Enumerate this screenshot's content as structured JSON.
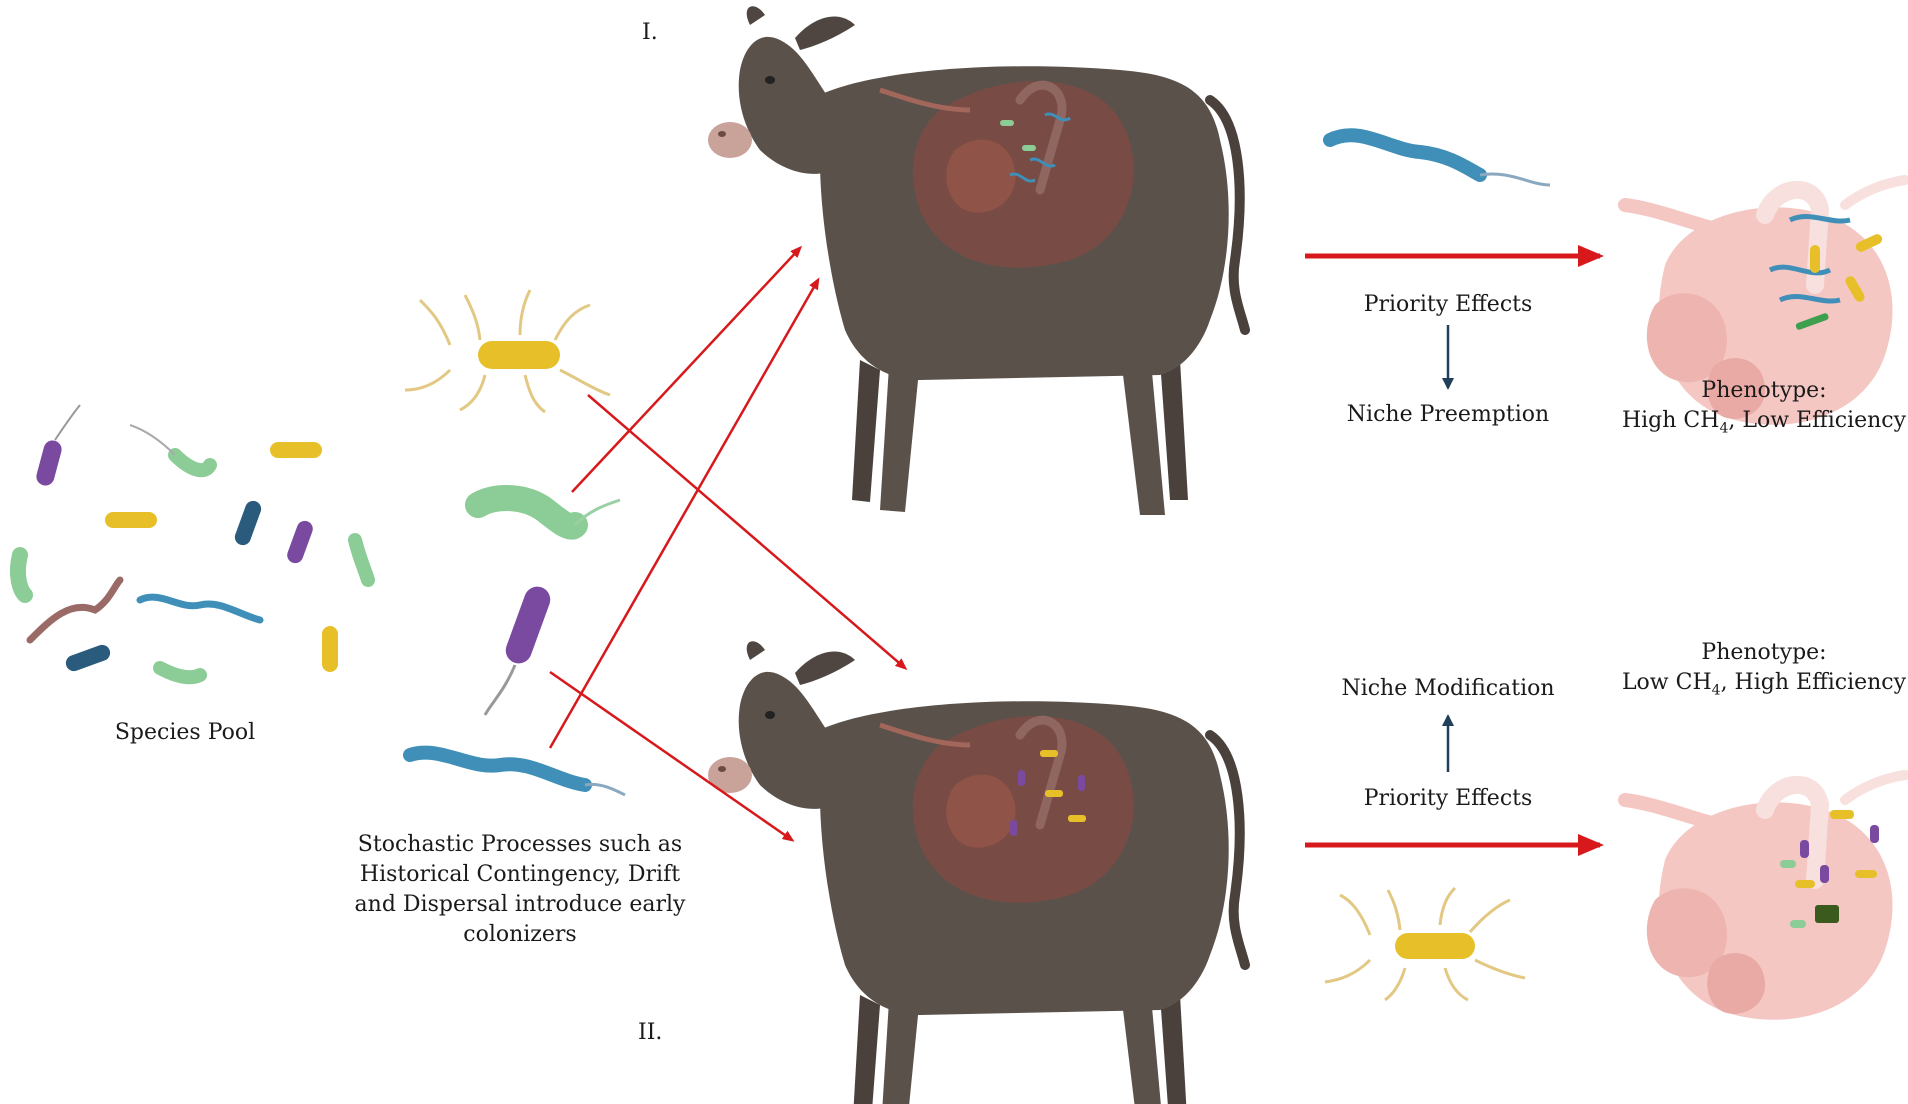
{
  "roman": {
    "top": "I.",
    "bottom": "II."
  },
  "labels": {
    "species_pool": "Species Pool",
    "stochastic_1": "Stochastic Processes such as",
    "stochastic_2": "Historical Contingency, Drift",
    "stochastic_3": "and Dispersal introduce early",
    "stochastic_4": "colonizers",
    "top_priority": "Priority Effects",
    "top_niche": "Niche Preemption",
    "bottom_niche": "Niche Modification",
    "bottom_priority": "Priority Effects"
  },
  "phenotypes": {
    "top": {
      "title": "Phenotype:",
      "ch4_label": "High CH",
      "ch4_sub": "4",
      "rest": ", Low Efficiency"
    },
    "bottom": {
      "title": "Phenotype:",
      "ch4_label": "Low CH",
      "ch4_sub": "4",
      "rest": ", High Efficiency"
    }
  },
  "colors": {
    "arrow_red": "#d7191c",
    "arrow_blue": "#1f3f5a",
    "cow_body": "#5b514b",
    "stomach": "#8a4a40",
    "rumen_pink": "#f4c7c3",
    "microbe_yellow": "#e7c029",
    "microbe_purple": "#7a4aa0",
    "microbe_green": "#8ccc96",
    "microbe_blue": "#3f8fb8",
    "microbe_navy": "#2a5a7c",
    "microbe_brown": "#9a6a66"
  }
}
